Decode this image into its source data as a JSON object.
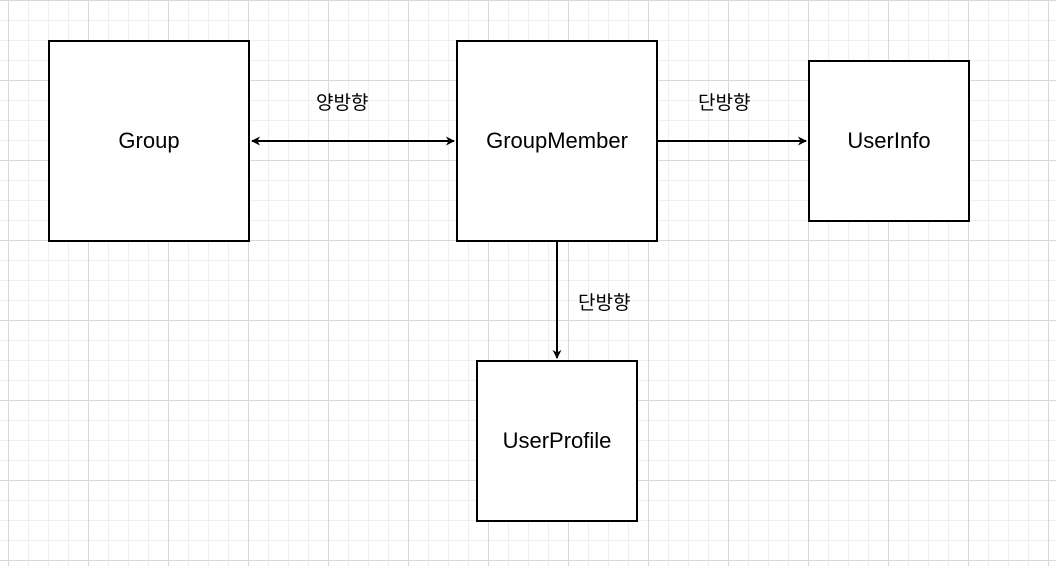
{
  "diagram": {
    "nodes": {
      "group": "Group",
      "group_member": "GroupMember",
      "user_info": "UserInfo",
      "user_profile": "UserProfile"
    },
    "edges": [
      {
        "from": "Group",
        "to": "GroupMember",
        "label": "양방향",
        "direction": "bidirectional"
      },
      {
        "from": "GroupMember",
        "to": "UserInfo",
        "label": "단방향",
        "direction": "unidirectional"
      },
      {
        "from": "GroupMember",
        "to": "UserProfile",
        "label": "단방향",
        "direction": "unidirectional"
      }
    ]
  },
  "colors": {
    "grid_major": "#d9d9d9",
    "grid_minor": "#efefef",
    "stroke": "#000000",
    "box_fill": "#ffffff"
  }
}
